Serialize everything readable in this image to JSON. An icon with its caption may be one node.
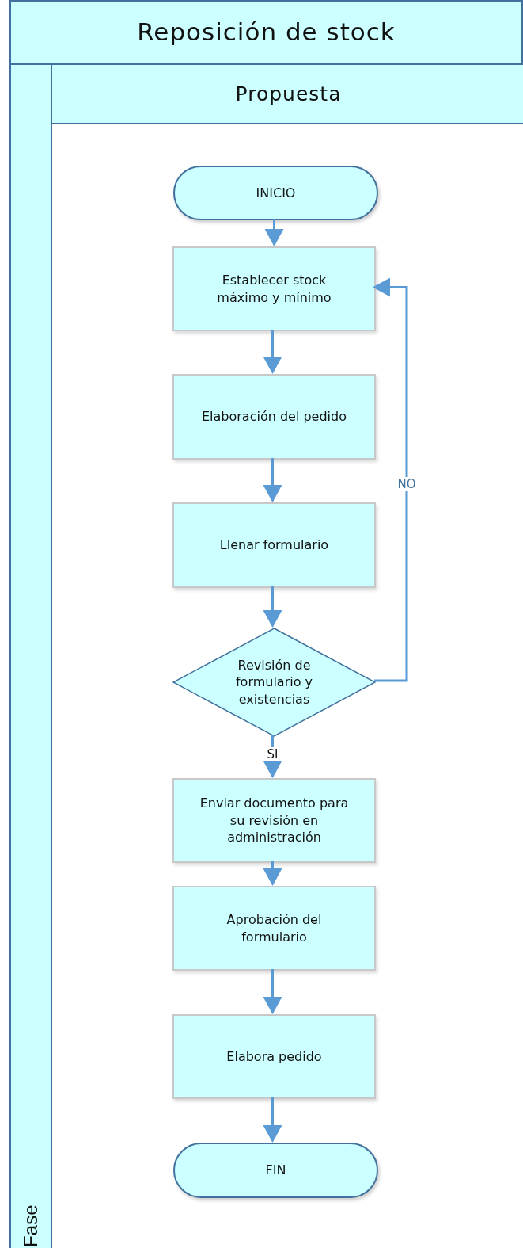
{
  "diagram": {
    "nodes": [
      {
        "text": [
          "Reposición de stock"
        ]
      },
      {
        "text": [
          "Fase"
        ],
        "in": 0
      },
      {
        "text": [
          "Propuesta"
        ],
        "in": 0
      },
      {
        "text": [
          "INICIO"
        ],
        "in": 2
      },
      {
        "text": [
          "Establecer stock máximo y mínimo"
        ],
        "in": 2
      },
      {
        "text": [
          "Elaboración del pedido"
        ],
        "in": 2
      },
      {
        "text": [
          "Llenar formulario"
        ],
        "in": 2
      },
      {
        "text": [
          "Revisión de formulario y existencias"
        ],
        "in": 2
      },
      {
        "text": [
          "Enviar documento para su revisión en administración"
        ],
        "in": 2
      },
      {
        "text": [
          "Aprobación del formulario"
        ],
        "in": 2
      },
      {
        "text": [
          "Elabora pedido"
        ],
        "in": 2
      },
      {
        "text": [
          "FIN"
        ],
        "in": 2
      }
    ],
    "edges": [
      {
        "from": 3,
        "to": 4,
        "arrow": "to"
      },
      {
        "from": 4,
        "to": 5,
        "arrow": "to"
      },
      {
        "from": 5,
        "to": 6,
        "arrow": "to"
      },
      {
        "from": 6,
        "to": 7,
        "arrow": "to"
      },
      {
        "from": 7,
        "to": 4,
        "arrow": "to",
        "label": "NO"
      },
      {
        "from": 7,
        "to": 8,
        "arrow": "to",
        "label": "SI"
      },
      {
        "from": 8,
        "to": 9,
        "arrow": "to"
      },
      {
        "from": 9,
        "to": 10,
        "arrow": "to"
      },
      {
        "from": 10,
        "to": 11,
        "arrow": "to"
      }
    ]
  }
}
